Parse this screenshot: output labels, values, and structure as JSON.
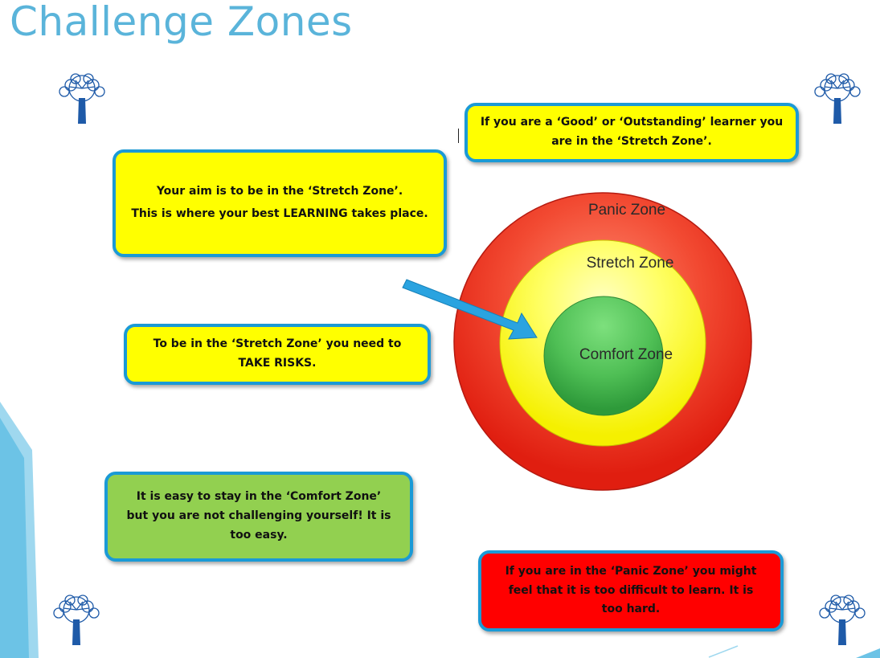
{
  "title": "Challenge Zones",
  "boxes": {
    "good_learner": "If you are a ‘Good’ or ‘Outstanding’ learner you are in the ‘Stretch Zone’.",
    "aim_line1": "Your aim is to be in the ‘Stretch Zone’.",
    "aim_line2": "This is where your best LEARNING takes place.",
    "risks": "To be in the ‘Stretch Zone’ you need to TAKE RISKS.",
    "comfort": "It is easy to stay in the ‘Comfort Zone’ but you are not challenging yourself! It is too easy.",
    "panic": "If you are in the ‘Panic Zone’ you might feel that it is too difficult to learn. It is too hard."
  },
  "zones": {
    "outer": "Panic Zone",
    "middle": "Stretch Zone",
    "inner": "Comfort Zone"
  },
  "colors": {
    "title": "#5ab4da",
    "box_border": "#1a9ad6",
    "yellow": "#ffff00",
    "green": "#92d050",
    "red": "#ff0000",
    "arrow": "#2aa3e0"
  },
  "icons": [
    "tree-logo-icon",
    "arrow-icon"
  ]
}
